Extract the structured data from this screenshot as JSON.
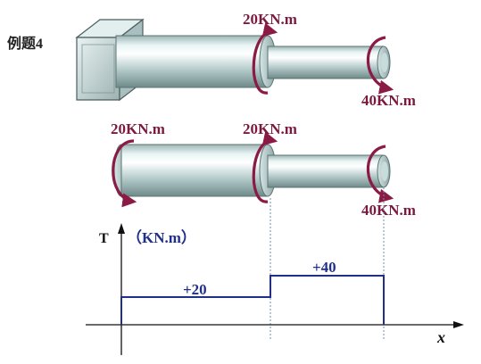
{
  "title": "例题4",
  "diagram": {
    "top_shaft": {
      "moment_left": "20KN.m",
      "moment_right": "40KN.m"
    },
    "middle_shaft": {
      "moment_left": "20KN.m",
      "moment_mid": "20KN.m",
      "moment_right": "40KN.m"
    },
    "torque_diagram": {
      "y_axis_label": "T",
      "unit_label": "（KN.m）",
      "x_axis_label": "x",
      "segment1_label": "+20",
      "segment2_label": "+40",
      "segment1_value": 20,
      "segment2_value": 40
    }
  },
  "colors": {
    "moment_arrow": "#8b1a44",
    "diagram_line": "#1f2f8a",
    "shaft_body": "#b9cfcf",
    "shaft_highlight": "#f2fafa",
    "dotted_guide": "#6f8fb0"
  }
}
